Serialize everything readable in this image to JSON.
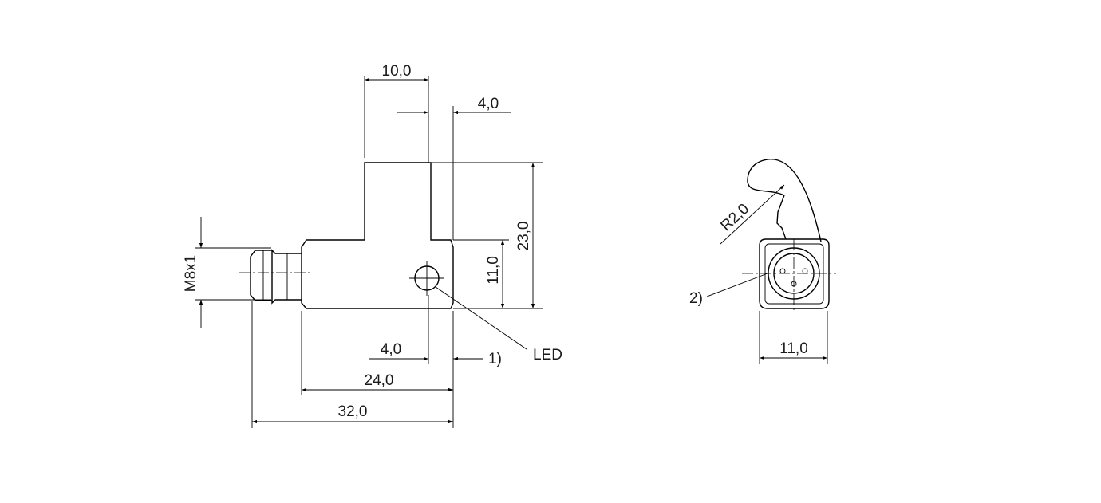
{
  "dimensions": {
    "width_top": "10,0",
    "offset_top": "4,0",
    "height_total": "23,0",
    "height_body": "11,0",
    "thread": "M8x1",
    "led_offset": "4,0",
    "body_length": "24,0",
    "total_length": "32,0",
    "radius": "R2,0",
    "width_side": "11,0"
  },
  "labels": {
    "led": "LED",
    "note1": "1)",
    "note2": "2)"
  }
}
